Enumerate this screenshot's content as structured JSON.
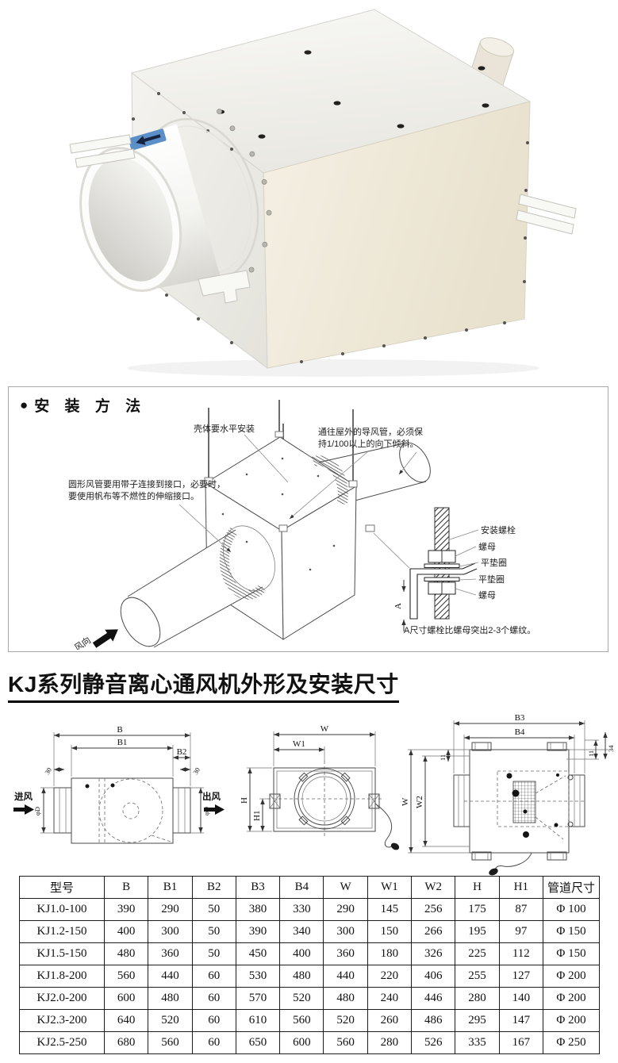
{
  "colors": {
    "sticker_blue": "#5b8fc7",
    "sticker_arrow": "#16243f",
    "box_top": "#f3f2ee",
    "box_cream": "#efe9da"
  },
  "installation": {
    "bullet": "●",
    "header": "安 装 方 法",
    "callouts": {
      "level": "壳体要水平安装",
      "slope_line1": "通往屋外的导风管，必须保",
      "slope_line2": "持1/100以上的向下倾斜。",
      "duct_line1": "圆形风管要用带子连接到接口，必要时，",
      "duct_line2": "要使用帆布等不燃性的伸缩接口。",
      "wind_direction": "风向"
    },
    "bolt_detail": {
      "bolt": "安装螺栓",
      "nut_top": "螺母",
      "washer_top": "平垫圈",
      "washer_bottom": "平垫圈",
      "nut_bottom": "螺母",
      "dim_a": "A",
      "note": "A尺寸螺栓比螺母突出2-3个螺纹。"
    }
  },
  "section_title": "KJ系列静音离心通风机外形及安装尺寸",
  "drawings": {
    "side_view": {
      "b": "B",
      "b1": "B1",
      "b2": "B2",
      "left_offset": "30",
      "right_offset": "30",
      "inlet": "进风",
      "outlet": "出风",
      "dia_inlet": "φD",
      "dia_outlet": "φD"
    },
    "front_view": {
      "w": "W",
      "w1": "W1",
      "h": "H",
      "h1": "H1"
    },
    "top_view": {
      "b3": "B3",
      "b4": "B4",
      "t11": "11",
      "t34": "34",
      "w": "W",
      "w2": "W2",
      "l11": "11"
    }
  },
  "table": {
    "headers": [
      "型号",
      "B",
      "B1",
      "B2",
      "B3",
      "B4",
      "W",
      "W1",
      "W2",
      "H",
      "H1",
      "管道尺寸"
    ],
    "rows": [
      [
        "KJ1.0-100",
        "390",
        "290",
        "50",
        "380",
        "330",
        "290",
        "145",
        "256",
        "175",
        "87",
        "Φ 100"
      ],
      [
        "KJ1.2-150",
        "400",
        "300",
        "50",
        "390",
        "340",
        "300",
        "150",
        "266",
        "195",
        "97",
        "Φ 150"
      ],
      [
        "KJ1.5-150",
        "480",
        "360",
        "50",
        "450",
        "400",
        "360",
        "180",
        "326",
        "225",
        "112",
        "Φ 150"
      ],
      [
        "KJ1.8-200",
        "560",
        "440",
        "60",
        "530",
        "480",
        "440",
        "220",
        "406",
        "255",
        "127",
        "Φ 200"
      ],
      [
        "KJ2.0-200",
        "600",
        "480",
        "60",
        "570",
        "520",
        "480",
        "240",
        "446",
        "280",
        "140",
        "Φ 200"
      ],
      [
        "KJ2.3-200",
        "640",
        "520",
        "60",
        "610",
        "560",
        "520",
        "260",
        "486",
        "295",
        "147",
        "Φ 200"
      ],
      [
        "KJ2.5-250",
        "680",
        "560",
        "60",
        "650",
        "600",
        "560",
        "280",
        "526",
        "335",
        "167",
        "Φ 250"
      ]
    ]
  }
}
